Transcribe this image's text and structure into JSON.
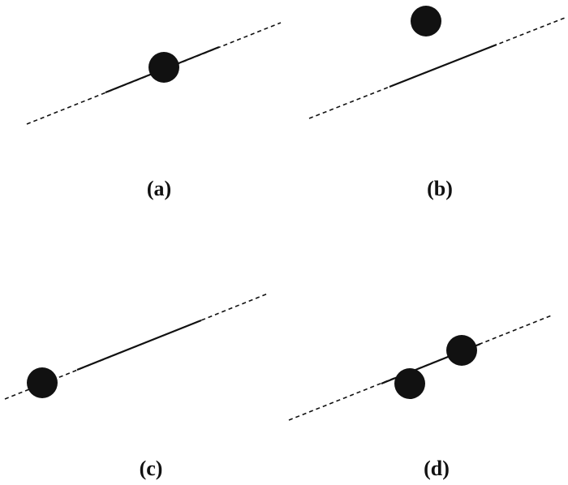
{
  "panels": [
    {
      "id": "a",
      "label": "(a)"
    },
    {
      "id": "b",
      "label": "(b)"
    },
    {
      "id": "c",
      "label": "(c)"
    },
    {
      "id": "d",
      "label": "(d)"
    }
  ],
  "colors": {
    "background": "#ffffff",
    "ink": "#111111"
  }
}
